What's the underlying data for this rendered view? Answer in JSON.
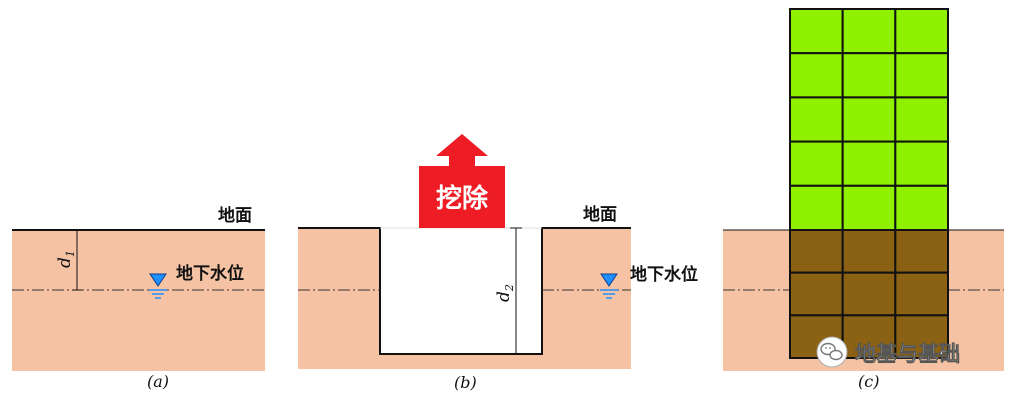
{
  "colors": {
    "soil": "#f5c3a3",
    "building_upper": "#8ff000",
    "building_lower": "#8b6114",
    "arrow_red": "#ee1c24",
    "water_symbol": "#1e90ff",
    "line": "#111111"
  },
  "panel_a": {
    "ground_label": "地面",
    "water_label": "地下水位",
    "dim_label": "d",
    "dim_sub": "1",
    "caption": "(a)"
  },
  "panel_b": {
    "ground_label": "地面",
    "water_label": "地下水位",
    "excavate_label": "挖除",
    "dim_label": "d",
    "dim_sub": "2",
    "caption": "(b)"
  },
  "panel_c": {
    "caption": "(c)",
    "grid_columns": 3,
    "grid_rows_above_ground": 5,
    "grid_rows_below_ground": 3
  },
  "watermark": {
    "text": "地基与基础",
    "icon": "wechat-icon"
  }
}
